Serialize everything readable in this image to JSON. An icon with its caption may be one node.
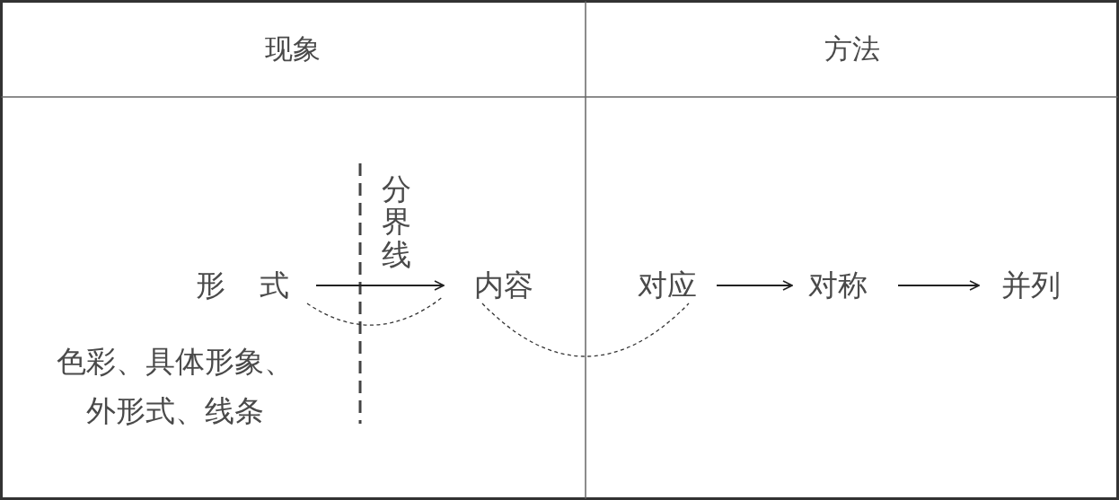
{
  "diagram": {
    "nodes": [
      {
        "text": [
          "形 式"
        ]
      },
      {
        "text": [
          "内容"
        ]
      },
      {
        "text": [
          "对应"
        ]
      },
      {
        "text": [
          "对称"
        ]
      },
      {
        "text": [
          "并列"
        ]
      }
    ],
    "edges": [
      {
        "from": 0,
        "to": 1,
        "arrow": "to"
      },
      {
        "from": 0,
        "to": 1,
        "arrow": "none",
        "style": "dashed"
      },
      {
        "from": 1,
        "to": 2,
        "arrow": "none",
        "style": "dashed"
      },
      {
        "from": 2,
        "to": 3,
        "arrow": "to"
      },
      {
        "from": 3,
        "to": 4,
        "arrow": "to"
      }
    ],
    "labels": [
      "现象",
      "方法",
      "分界线",
      "色彩、具体形象、外形式、线条"
    ]
  }
}
